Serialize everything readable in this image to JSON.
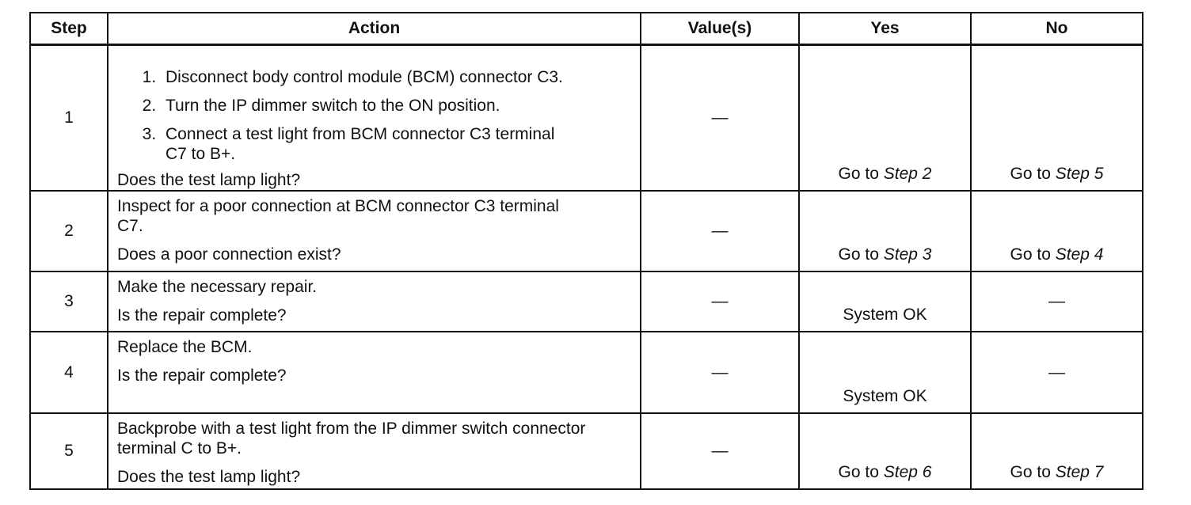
{
  "headers": {
    "step": "Step",
    "action": "Action",
    "values": "Value(s)",
    "yes": "Yes",
    "no": "No"
  },
  "rows": [
    {
      "step": "1",
      "substeps": [
        "Disconnect body control module (BCM) connector C3.",
        "Turn the IP dimmer switch to the ON position.",
        "Connect a test light from BCM connector C3 terminal C7 to B+."
      ],
      "question": "Does the test lamp light?",
      "value": "—",
      "yes_prefix": "Go to ",
      "yes_ref": "Step 2",
      "no_prefix": "Go to ",
      "no_ref": "Step 5"
    },
    {
      "step": "2",
      "text": "Inspect for a poor connection at BCM connector C3 terminal C7.",
      "question": "Does a poor connection exist?",
      "value": "—",
      "yes_prefix": "Go to ",
      "yes_ref": "Step 3",
      "no_prefix": "Go to ",
      "no_ref": "Step 4"
    },
    {
      "step": "3",
      "text": "Make the necessary repair.",
      "question": "Is the repair complete?",
      "value": "—",
      "yes": "System OK",
      "no": "—"
    },
    {
      "step": "4",
      "text": "Replace the BCM.",
      "question": "Is the repair complete?",
      "value": "—",
      "yes": "System OK",
      "no": "—"
    },
    {
      "step": "5",
      "text": "Backprobe with a test light from the IP dimmer switch connector terminal C to B+.",
      "question": "Does the test lamp light?",
      "value": "—",
      "yes_prefix": "Go to ",
      "yes_ref": "Step 6",
      "no_prefix": "Go to ",
      "no_ref": "Step 7"
    }
  ]
}
